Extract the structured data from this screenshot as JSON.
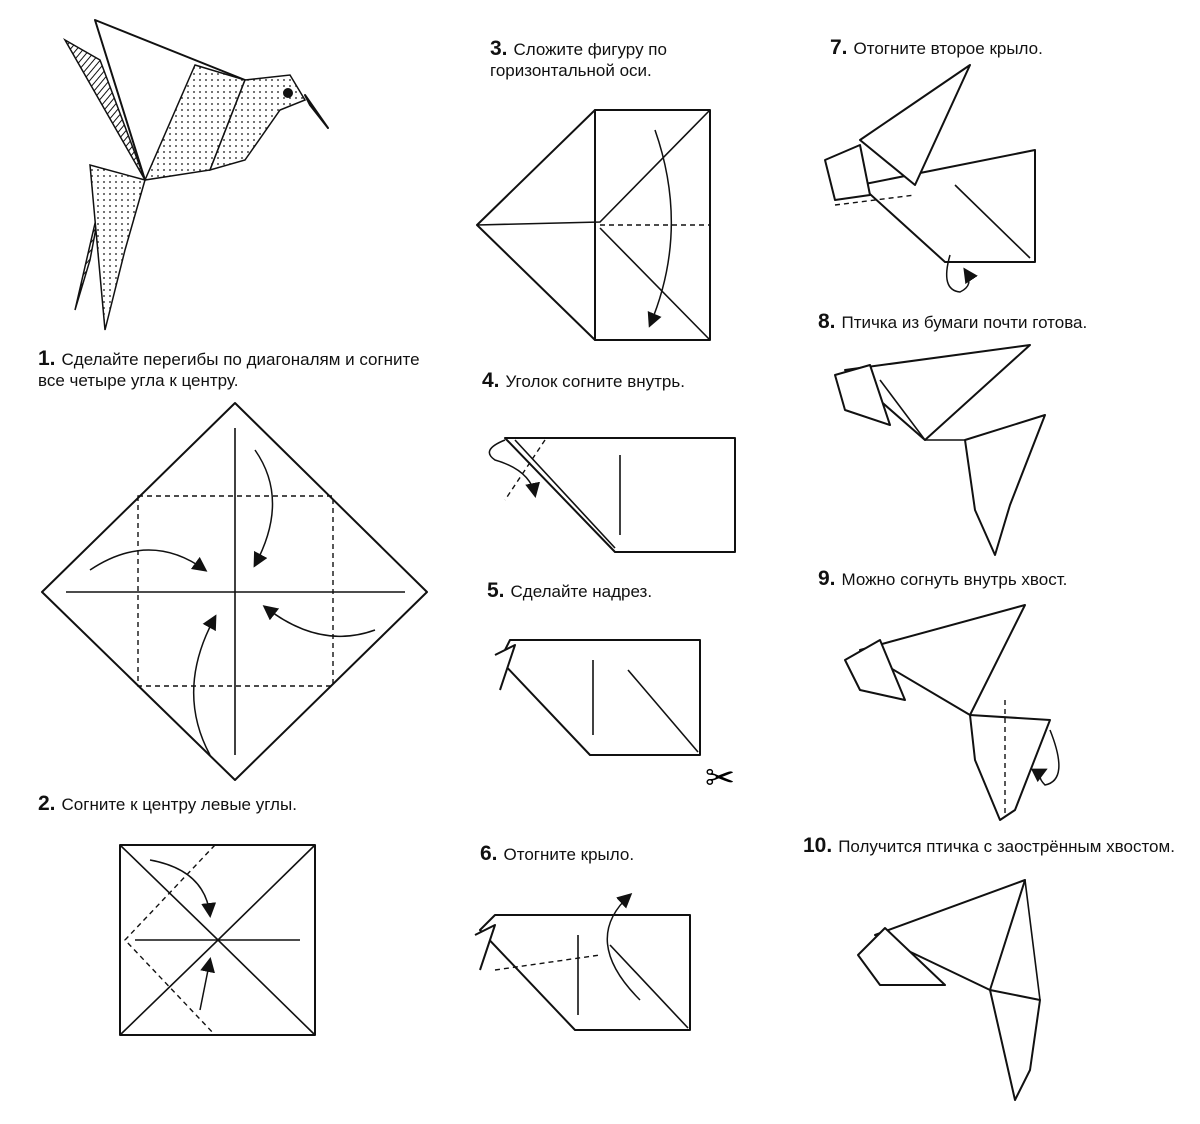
{
  "steps": [
    {
      "num": "1.",
      "text": "Сделайте перегибы по диагоналям и согните все четыре угла к центру."
    },
    {
      "num": "2.",
      "text": "Согните к центру левые углы."
    },
    {
      "num": "3.",
      "text": "Сложите фигуру по горизонтальной оси."
    },
    {
      "num": "4.",
      "text": "Уголок согните внутрь."
    },
    {
      "num": "5.",
      "text": "Сделайте надрез."
    },
    {
      "num": "6.",
      "text": "Отогните крыло."
    },
    {
      "num": "7.",
      "text": "Отогните второе крыло."
    },
    {
      "num": "8.",
      "text": "Птичка из бумаги почти готова."
    },
    {
      "num": "9.",
      "text": "Можно согнуть внутрь хвост."
    },
    {
      "num": "10.",
      "text": "Получится птичка с заострённым хвостом."
    }
  ]
}
